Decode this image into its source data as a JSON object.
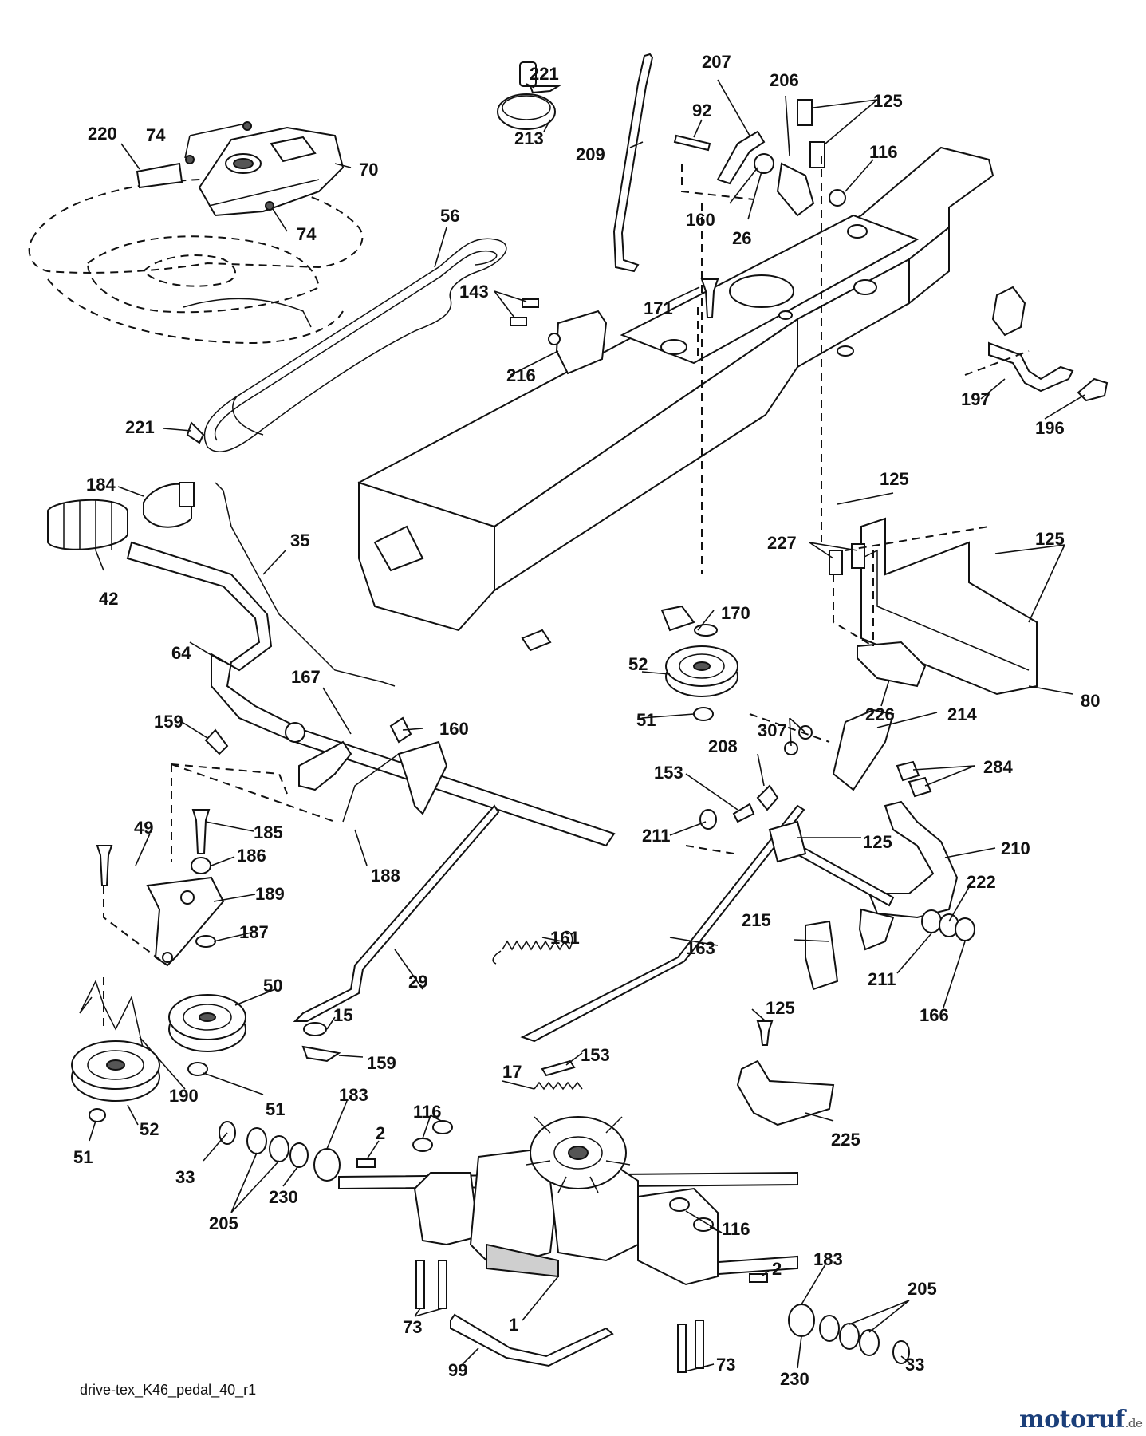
{
  "caption": "drive-tex_K46_pedal_40_r1",
  "watermark": {
    "text": "motoruf",
    "suffix": ".de",
    "color": "#1b3f7a"
  },
  "labels": [
    {
      "text": "221"
    },
    {
      "text": "213"
    },
    {
      "text": "209"
    },
    {
      "text": "207"
    },
    {
      "text": "92"
    },
    {
      "text": "206"
    },
    {
      "text": "125"
    },
    {
      "text": "116"
    },
    {
      "text": "160"
    },
    {
      "text": "26"
    },
    {
      "text": "220"
    },
    {
      "text": "74"
    },
    {
      "text": "70"
    },
    {
      "text": "74"
    },
    {
      "text": "56"
    },
    {
      "text": "143"
    },
    {
      "text": "216"
    },
    {
      "text": "171"
    },
    {
      "text": "197"
    },
    {
      "text": "196"
    },
    {
      "text": "221"
    },
    {
      "text": "184"
    },
    {
      "text": "35"
    },
    {
      "text": "42"
    },
    {
      "text": "125"
    },
    {
      "text": "227"
    },
    {
      "text": "125"
    },
    {
      "text": "170"
    },
    {
      "text": "64"
    },
    {
      "text": "167"
    },
    {
      "text": "160"
    },
    {
      "text": "159"
    },
    {
      "text": "52"
    },
    {
      "text": "51"
    },
    {
      "text": "80"
    },
    {
      "text": "226"
    },
    {
      "text": "307"
    },
    {
      "text": "214"
    },
    {
      "text": "208"
    },
    {
      "text": "153"
    },
    {
      "text": "284"
    },
    {
      "text": "49"
    },
    {
      "text": "185"
    },
    {
      "text": "186"
    },
    {
      "text": "188"
    },
    {
      "text": "211"
    },
    {
      "text": "125"
    },
    {
      "text": "210"
    },
    {
      "text": "189"
    },
    {
      "text": "187"
    },
    {
      "text": "161"
    },
    {
      "text": "215"
    },
    {
      "text": "163"
    },
    {
      "text": "222"
    },
    {
      "text": "50"
    },
    {
      "text": "29"
    },
    {
      "text": "211"
    },
    {
      "text": "166"
    },
    {
      "text": "15"
    },
    {
      "text": "159"
    },
    {
      "text": "125"
    },
    {
      "text": "190"
    },
    {
      "text": "51"
    },
    {
      "text": "52"
    },
    {
      "text": "51"
    },
    {
      "text": "17"
    },
    {
      "text": "153"
    },
    {
      "text": "225"
    },
    {
      "text": "183"
    },
    {
      "text": "116"
    },
    {
      "text": "2"
    },
    {
      "text": "33"
    },
    {
      "text": "205"
    },
    {
      "text": "230"
    },
    {
      "text": "116"
    },
    {
      "text": "2"
    },
    {
      "text": "183"
    },
    {
      "text": "205"
    },
    {
      "text": "73"
    },
    {
      "text": "1"
    },
    {
      "text": "33"
    },
    {
      "text": "99"
    },
    {
      "text": "73"
    },
    {
      "text": "230"
    }
  ]
}
